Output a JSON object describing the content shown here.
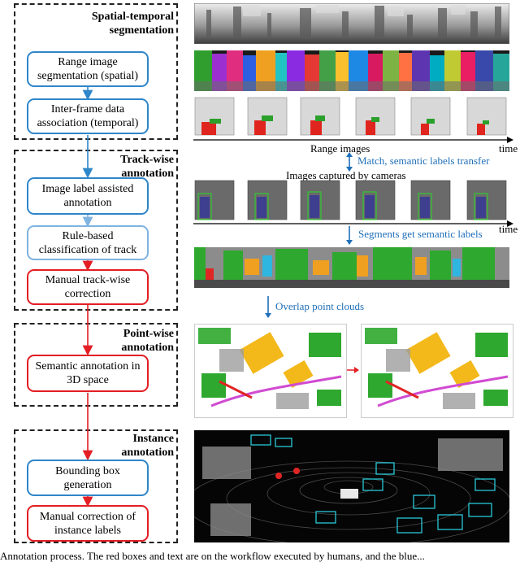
{
  "stages": {
    "spatial_temporal": "Spatial-temporal\nsegmentation",
    "track_wise": "Track-wise\nannotation",
    "point_wise": "Point-wise\nannotation",
    "instance": "Instance\nannotation"
  },
  "nodes": {
    "range_seg": "Range image segmentation (spatial)",
    "inter_frame": "Inter-frame data association (temporal)",
    "image_label": "Image label assisted annotation",
    "rule_based": "Rule-based classification of track",
    "manual_track": "Manual track-wise correction",
    "semantic_3d": "Semantic annotation in 3D space",
    "bbox_gen": "Bounding box generation",
    "manual_instance": "Manual correction of instance labels"
  },
  "right": {
    "range_images": "Range images",
    "time": "time",
    "match_label": "Match, semantic labels transfer",
    "images_cameras": "Images captured by cameras",
    "segments_label": "Segments get semantic labels",
    "overlap_label": "Overlap point clouds"
  },
  "footer": {
    "caption": "Annotation process. The red boxes and text are on the workflow executed by humans, and the blue..."
  },
  "colors": {
    "auto_blue": "#2f86c9",
    "light_blue": "#7fb3e0",
    "human_red": "#e31e24",
    "dashed_frame": "#222222"
  }
}
